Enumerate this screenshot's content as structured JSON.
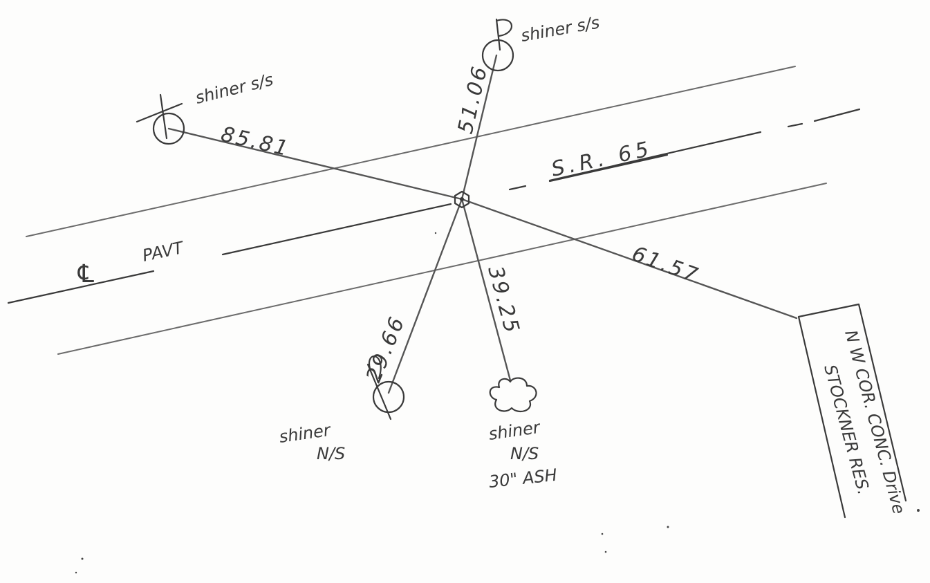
{
  "road": {
    "name": "S.R. 65",
    "centerline_label": "PAVT",
    "centerline_symbol": "℄"
  },
  "station": {
    "symbol": "hexagon-benchmark-icon"
  },
  "ties": [
    {
      "distance": "85.81",
      "target_label": [
        "shiner s/s"
      ],
      "symbol": "utility-pole-with-crossarm"
    },
    {
      "distance": "51.06",
      "target_label": [
        "shiner s/s"
      ],
      "symbol": "utility-pole"
    },
    {
      "distance": "61.57",
      "target_label": [
        "N W COR. CONC. Drive",
        "STOCKNER RES."
      ],
      "symbol": "building-corner"
    },
    {
      "distance": "39.25",
      "target_label": [
        "shiner",
        "N/S",
        "30\" ASH"
      ],
      "symbol": "tree"
    },
    {
      "distance": "29.66",
      "target_label": [
        "shiner",
        "N/S"
      ],
      "symbol": "utility-pole"
    }
  ],
  "colors": {
    "ink": "#3a3a3a",
    "road_lines": "#6b6b6b",
    "paper": "#fdfdfc"
  }
}
